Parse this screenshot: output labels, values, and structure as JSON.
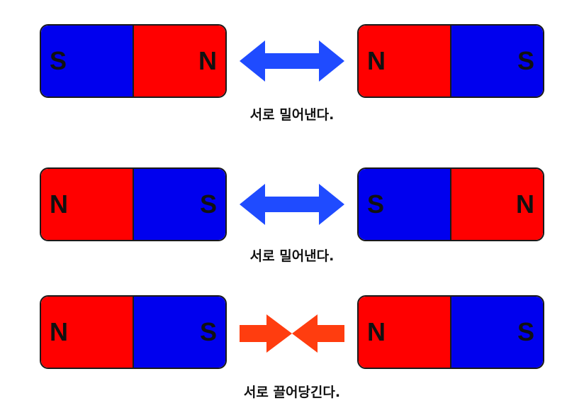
{
  "colors": {
    "north": "#ff0000",
    "south": "#0000ee",
    "repel_arrow": "#1f4bff",
    "attract_arrow": "#ff3d0f"
  },
  "rows": [
    {
      "left_magnet": {
        "poles": [
          "S",
          "N"
        ]
      },
      "right_magnet": {
        "poles": [
          "N",
          "S"
        ]
      },
      "arrow": "double-arrow-icon",
      "caption": "서로 밀어낸다."
    },
    {
      "left_magnet": {
        "poles": [
          "N",
          "S"
        ]
      },
      "right_magnet": {
        "poles": [
          "S",
          "N"
        ]
      },
      "arrow": "double-arrow-icon",
      "caption": "서로 밀어낸다."
    },
    {
      "left_magnet": {
        "poles": [
          "N",
          "S"
        ]
      },
      "right_magnet": {
        "poles": [
          "N",
          "S"
        ]
      },
      "arrow": "converging-arrows-icon",
      "caption": "서로 끌어당긴다."
    }
  ]
}
